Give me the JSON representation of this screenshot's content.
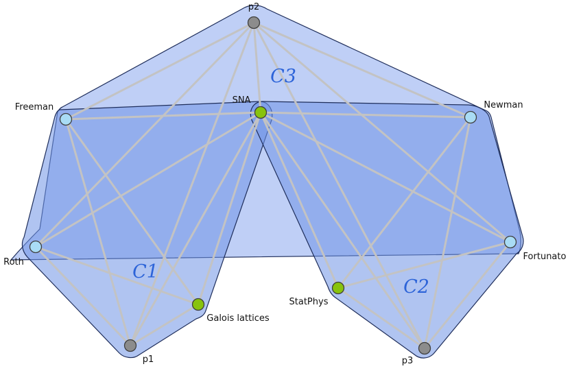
{
  "diagram": {
    "clusters": [
      {
        "id": "C3",
        "label": "C3",
        "fill": "#8aa8ee",
        "opacity": 0.55
      },
      {
        "id": "C1",
        "label": "C1",
        "fill": "#6f93e6",
        "opacity": 0.55
      },
      {
        "id": "C2",
        "label": "C2",
        "fill": "#6f93e6",
        "opacity": 0.55
      }
    ],
    "nodes": [
      {
        "id": "p2",
        "label": "p2",
        "kind": "paper"
      },
      {
        "id": "SNA",
        "label": "SNA",
        "kind": "topic"
      },
      {
        "id": "Freeman",
        "label": "Freeman",
        "kind": "author"
      },
      {
        "id": "Newman",
        "label": "Newman",
        "kind": "author"
      },
      {
        "id": "Roth",
        "label": "Roth",
        "kind": "author"
      },
      {
        "id": "Fortunato",
        "label": "Fortunato",
        "kind": "author"
      },
      {
        "id": "Galois",
        "label": "Galois lattices",
        "kind": "topic"
      },
      {
        "id": "StatPhys",
        "label": "StatPhys",
        "kind": "topic"
      },
      {
        "id": "p1",
        "label": "p1",
        "kind": "paper"
      },
      {
        "id": "p3",
        "label": "p3",
        "kind": "paper"
      }
    ],
    "edges": [
      [
        "p2",
        "Freeman"
      ],
      [
        "p2",
        "SNA"
      ],
      [
        "p2",
        "Newman"
      ],
      [
        "p2",
        "Roth"
      ],
      [
        "p2",
        "Fortunato"
      ],
      [
        "p2",
        "p1"
      ],
      [
        "p2",
        "p3"
      ],
      [
        "Freeman",
        "SNA"
      ],
      [
        "SNA",
        "Newman"
      ],
      [
        "Freeman",
        "Galois"
      ],
      [
        "Freeman",
        "p1"
      ],
      [
        "SNA",
        "Roth"
      ],
      [
        "SNA",
        "p1"
      ],
      [
        "SNA",
        "Galois"
      ],
      [
        "SNA",
        "StatPhys"
      ],
      [
        "SNA",
        "Fortunato"
      ],
      [
        "SNA",
        "p3"
      ],
      [
        "Roth",
        "Galois"
      ],
      [
        "Roth",
        "p1"
      ],
      [
        "Newman",
        "StatPhys"
      ],
      [
        "Newman",
        "p3"
      ],
      [
        "Fortunato",
        "StatPhys"
      ],
      [
        "Fortunato",
        "p3"
      ],
      [
        "StatPhys",
        "p3"
      ],
      [
        "Galois",
        "p1"
      ]
    ],
    "colors": {
      "paper": "#8c8c8c",
      "topic": "#88c30d",
      "author": "#a9dcf5",
      "edge": "#c3c3c3",
      "node_stroke": "#3f3f3f",
      "hull_stroke": "#1e2d5a"
    }
  }
}
